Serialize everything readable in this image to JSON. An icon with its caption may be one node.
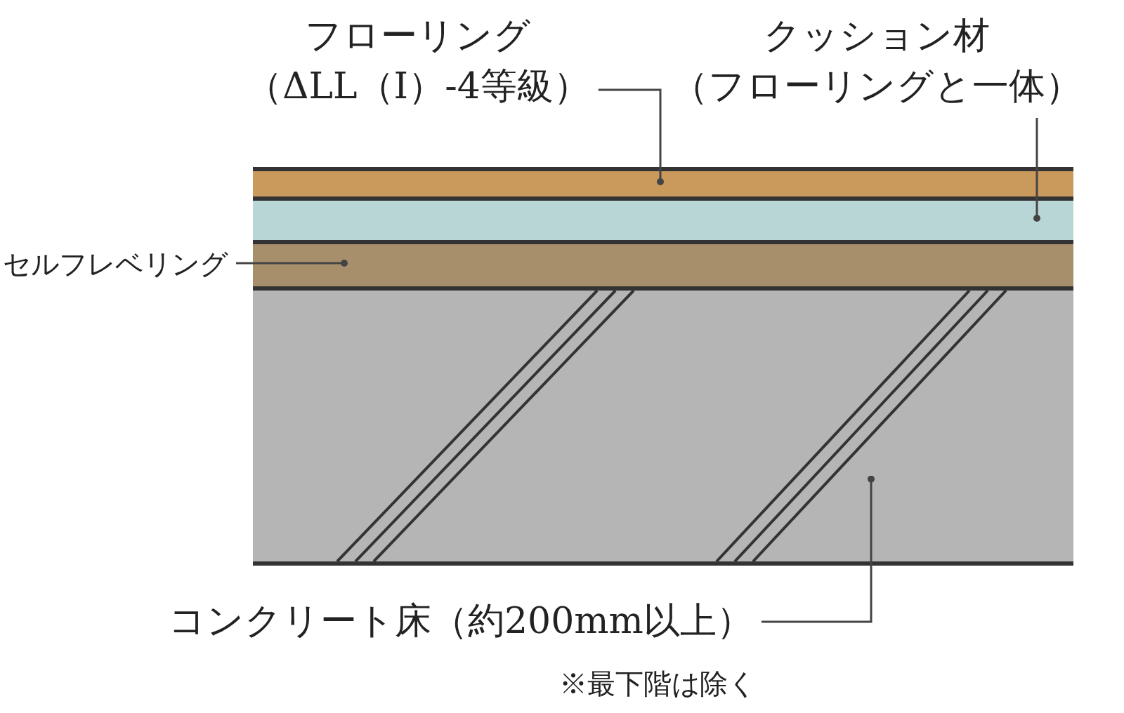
{
  "diagram": {
    "nodes": [
      {
        "text": [
          "フローリング",
          "（ΔLL（I）-4等級）"
        ]
      },
      {
        "text": [
          "クッション材",
          "（フローリングと一体）"
        ]
      },
      {
        "text": [],
        "shape": "bar"
      },
      {
        "text": [],
        "shape": "bar"
      },
      {
        "text": [
          "セルフレベリング"
        ]
      },
      {
        "text": [],
        "shape": "bar"
      },
      {
        "text": [],
        "shape": "bar"
      },
      {
        "text": [
          "コンクリート床（約200mm以上）"
        ]
      }
    ],
    "edges": [
      {
        "from": 0,
        "to": 2,
        "arrow": "other"
      },
      {
        "from": 1,
        "to": 3,
        "arrow": "other"
      },
      {
        "from": 4,
        "to": 5,
        "arrow": "other"
      },
      {
        "from": 7,
        "to": 6,
        "arrow": "other"
      }
    ],
    "labels": [
      "※最下階は除く"
    ]
  }
}
